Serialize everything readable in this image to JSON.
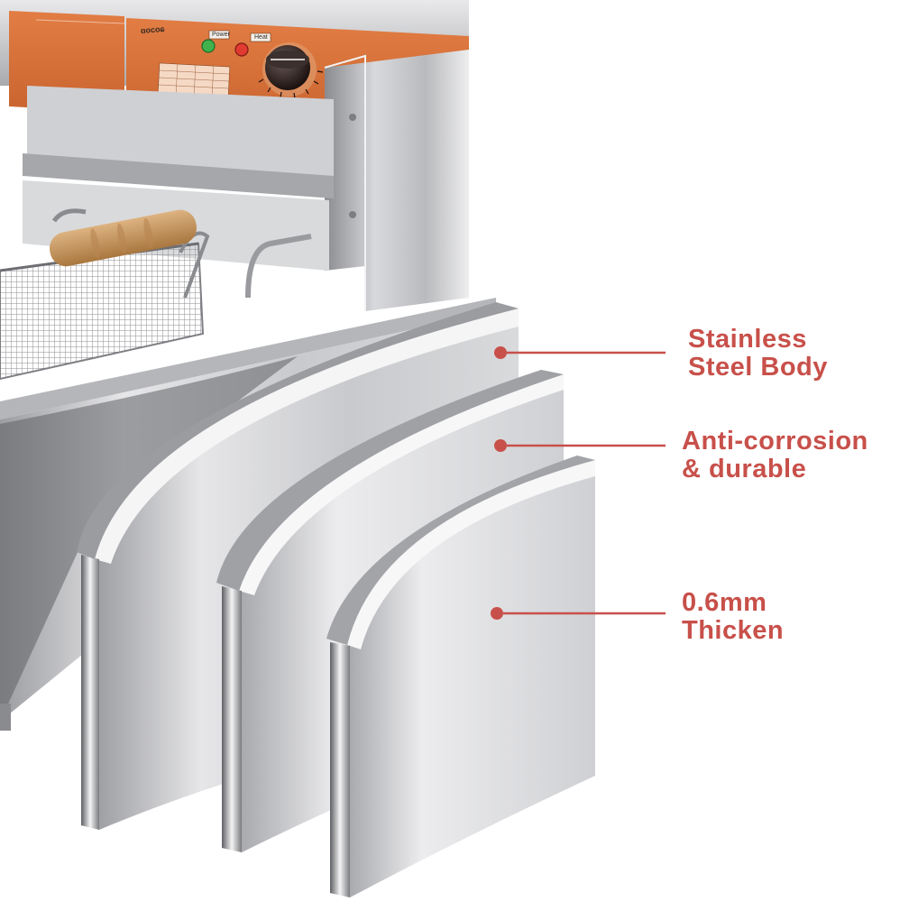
{
  "product": {
    "brand_mark": "ɑocoɕ",
    "buttons": [
      "Power",
      "Heat"
    ],
    "colors": {
      "control_panel": "#d9703a",
      "steel_light": "#eeeeef",
      "steel_mid": "#c4c5c8",
      "steel_dark": "#7f8084",
      "basket_handle": "#c99a62",
      "power_light": "#3fb24c",
      "heat_light": "#e03a31",
      "callout_text": "#c8504a"
    }
  },
  "callouts": [
    {
      "lines": [
        "Stainless",
        "Steel Body"
      ]
    },
    {
      "lines": [
        "Anti-corrosion",
        "& durable"
      ]
    },
    {
      "lines": [
        "0.6mm",
        "Thicken"
      ]
    }
  ]
}
